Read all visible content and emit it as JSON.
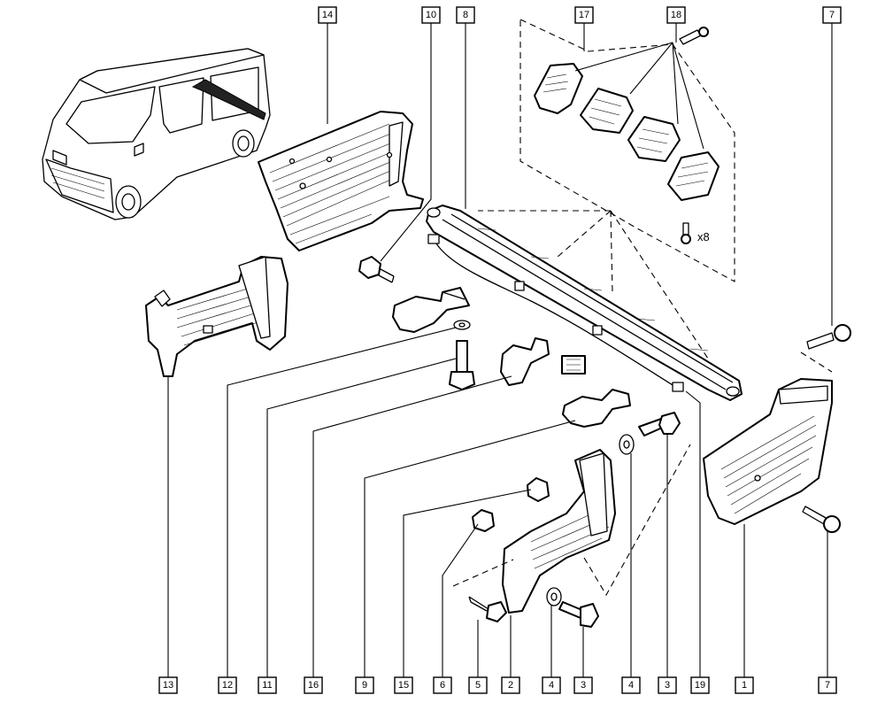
{
  "callouts": {
    "top": [
      "14",
      "10",
      "8",
      "17",
      "18",
      "7"
    ],
    "bottom": [
      "13",
      "12",
      "11",
      "16",
      "9",
      "15",
      "6",
      "5",
      "2",
      "4",
      "3",
      "4",
      "3",
      "19",
      "1",
      "7"
    ]
  },
  "quantity_label": "x8"
}
